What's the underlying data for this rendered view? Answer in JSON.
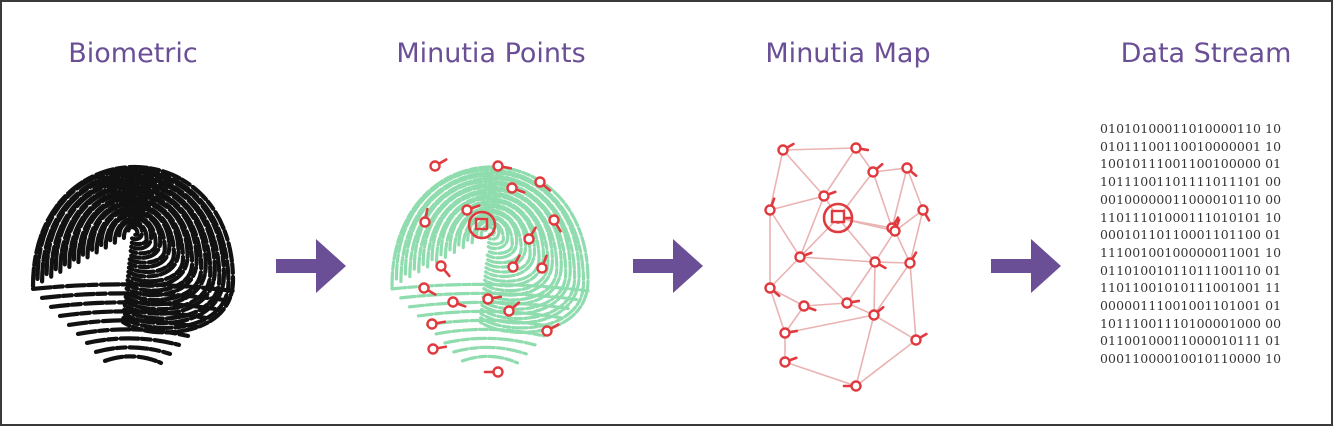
{
  "stages": [
    {
      "title": "Biometric"
    },
    {
      "title": "Minutia Points"
    },
    {
      "title": "Minutia Map"
    },
    {
      "title": "Data Stream"
    }
  ],
  "colors": {
    "title": "#6a4f97",
    "arrow": "#6a4f97",
    "fingerprint_dark": "#111111",
    "fingerprint_green": "#8fdcae",
    "minutia_red": "#e0393e",
    "map_lines": "#eab3b3"
  },
  "data_stream": [
    "01010100011010000110 10",
    "01011100110010000001 10",
    "10010111001100100000 01",
    "10111001101111011101 00",
    "00100000011000010110 00",
    "11011101000111010101 10",
    "00010110110001101100 01",
    "11100100100000011001 10",
    "01101001011011100110 01",
    "11011001010111001001 11",
    "00000111001001101001 01",
    "10111001110100001000 00",
    "01100100011000010111 01",
    "00011000010010110000 10"
  ]
}
